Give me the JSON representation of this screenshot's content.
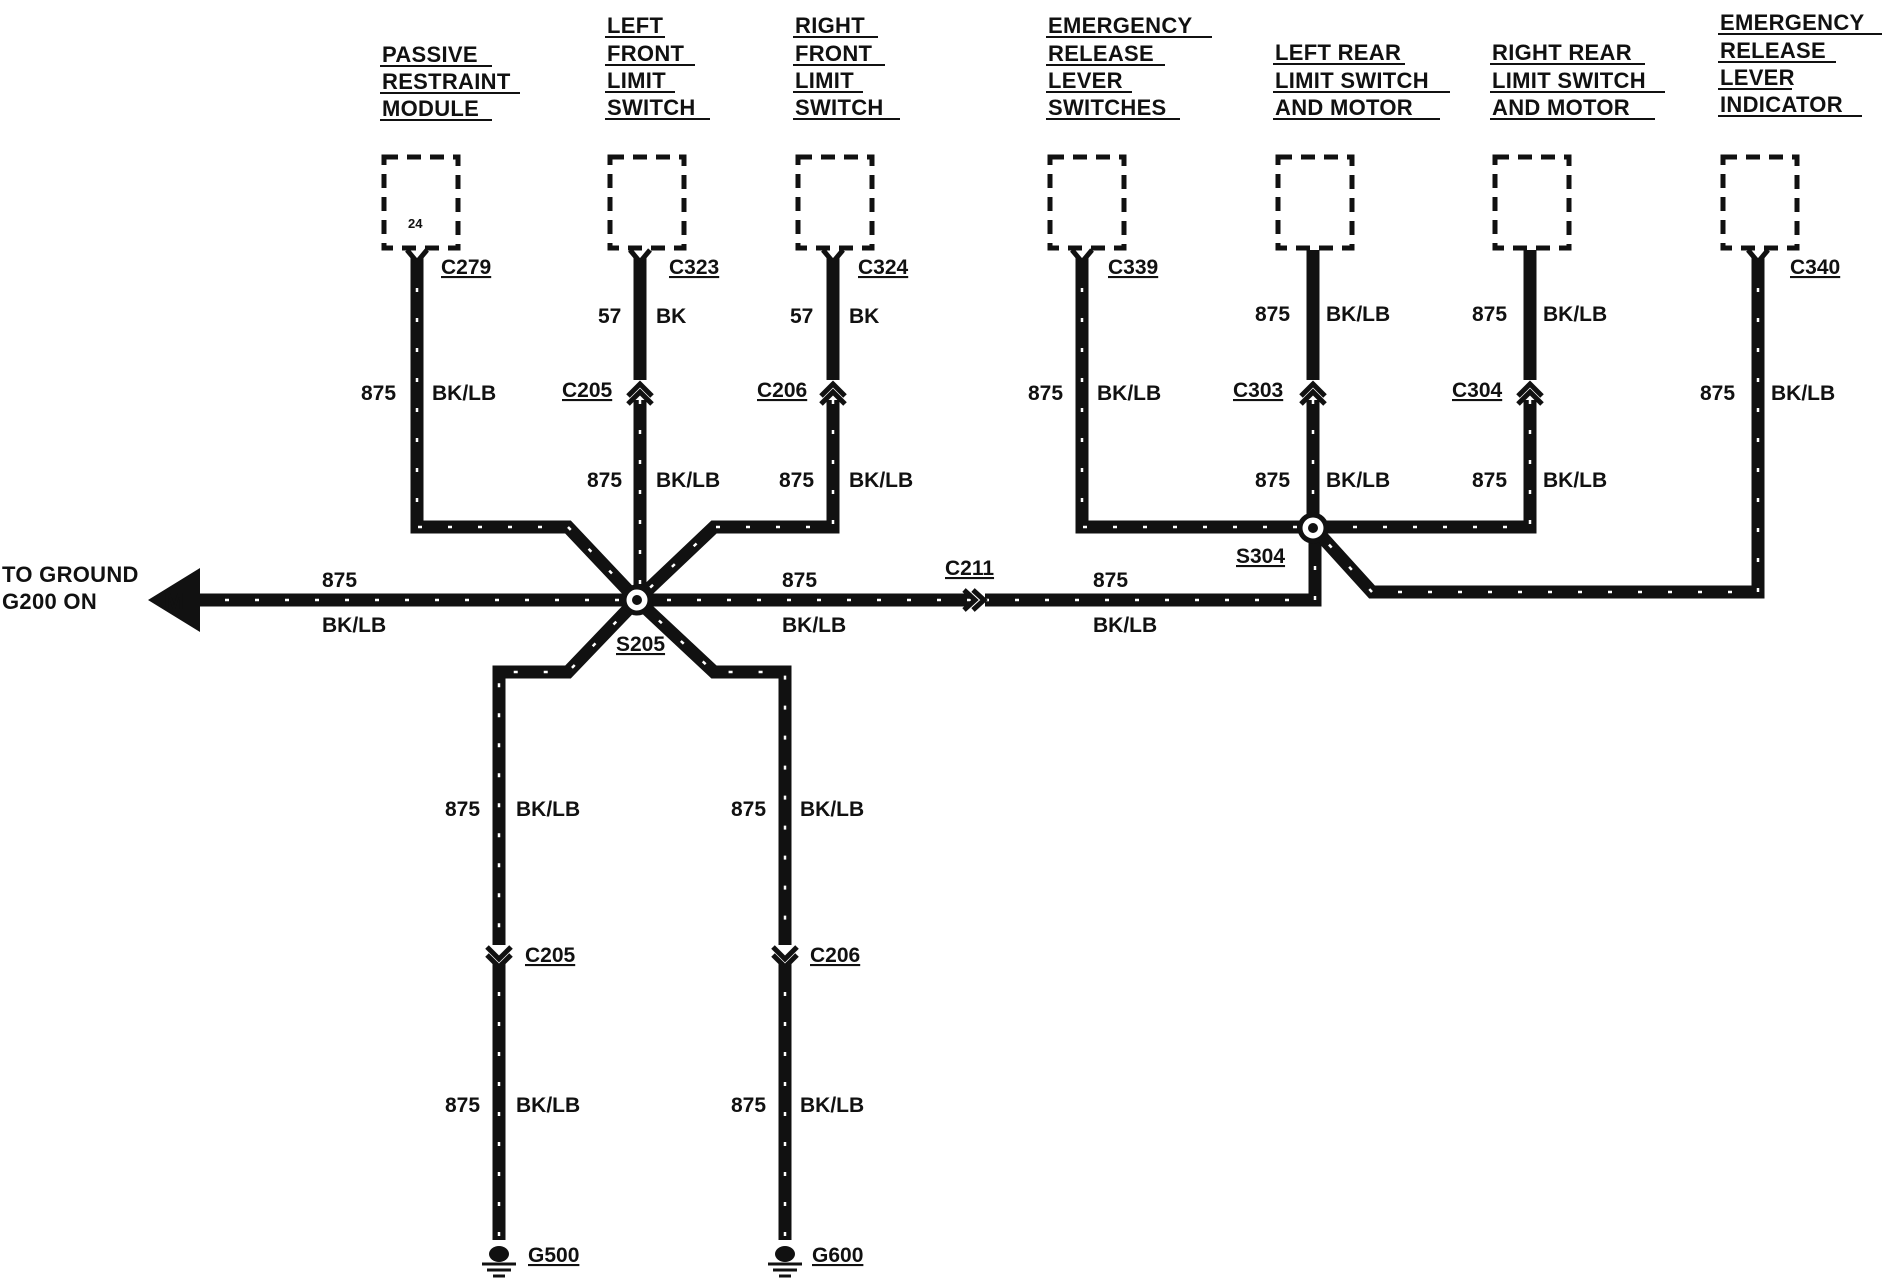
{
  "components": [
    {
      "id": "passive-restraint-module",
      "lines": [
        "PASSIVE",
        "RESTRAINT",
        "MODULE"
      ],
      "pin": "24",
      "connector": "C279"
    },
    {
      "id": "left-front-limit-switch",
      "lines": [
        "LEFT",
        "FRONT",
        "LIMIT",
        "SWITCH"
      ],
      "connector": "C323"
    },
    {
      "id": "right-front-limit-switch",
      "lines": [
        "RIGHT",
        "FRONT",
        "LIMIT",
        "SWITCH"
      ],
      "connector": "C324"
    },
    {
      "id": "emergency-release-lever-switches",
      "lines": [
        "EMERGENCY",
        "RELEASE",
        "LEVER",
        "SWITCHES"
      ],
      "connector": "C339"
    },
    {
      "id": "left-rear-limit-switch-and-motor",
      "lines": [
        "LEFT REAR",
        "LIMIT SWITCH",
        "AND MOTOR"
      ],
      "connector": ""
    },
    {
      "id": "right-rear-limit-switch-and-motor",
      "lines": [
        "RIGHT REAR",
        "LIMIT SWITCH",
        "AND MOTOR"
      ],
      "connector": ""
    },
    {
      "id": "emergency-release-lever-indicator",
      "lines": [
        "EMERGENCY",
        "RELEASE",
        "LEVER",
        "INDICATOR"
      ],
      "connector": "C340"
    }
  ],
  "wires": {
    "circuit_875": "875",
    "color_bklb": "BK/LB",
    "circuit_57": "57",
    "color_bk": "BK"
  },
  "connectors": {
    "c205": "C205",
    "c206": "C206",
    "c303": "C303",
    "c304": "C304",
    "c211": "C211"
  },
  "splices": {
    "s205": "S205",
    "s304": "S304"
  },
  "ground_ref": {
    "line1": "TO GROUND",
    "line2": "G200 ON",
    "symbol": "M"
  },
  "grounds": {
    "g500": "G500",
    "g600": "G600"
  }
}
